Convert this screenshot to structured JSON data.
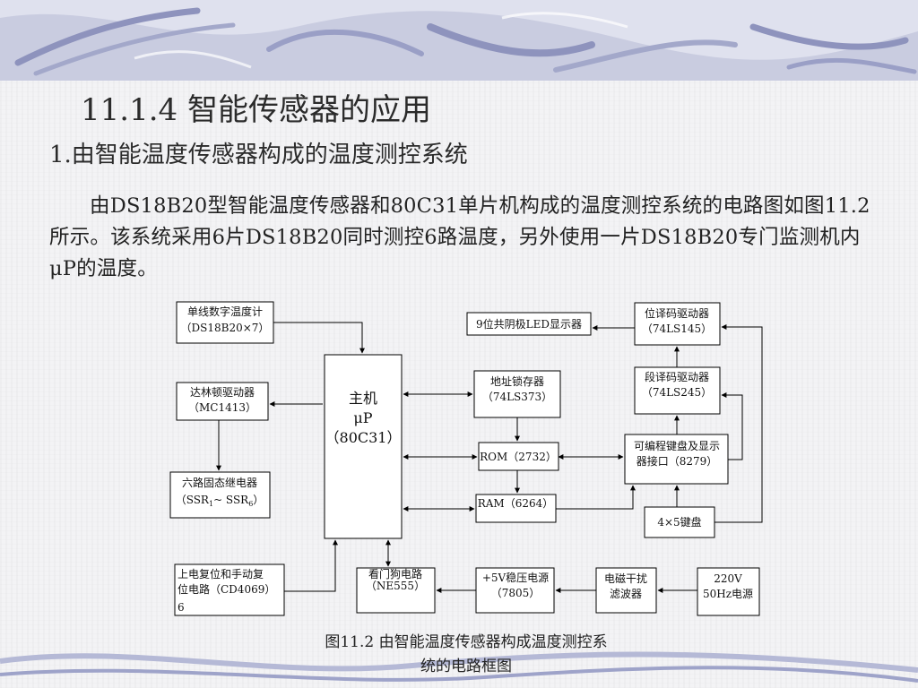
{
  "title": "11.1.4  智能传感器的应用",
  "subtitle": "1.由智能温度传感器构成的温度测控系统",
  "paragraph": "由DS18B20型智能温度传感器和80C31单片机构成的温度测控系统的电路图如图11.2所示。该系统采用6片DS18B20同时测控6路温度，另外使用一片DS18B20专门监测机内μP的温度。",
  "diagram": {
    "thermometer": [
      "单线数字温度计",
      "（DS18B20×7）"
    ],
    "darlington": [
      "达林顿驱动器",
      "（MC1413）"
    ],
    "ssr": [
      "六路固态继电器",
      "（SSR",
      "1",
      "~ SSR",
      "6",
      "）"
    ],
    "reset": [
      "上电复位和手动复",
      "位电路（CD4069）",
      "6"
    ],
    "cpu": [
      "主机",
      "μP",
      "（80C31）"
    ],
    "led": "9位共阴极LED显示器",
    "latch": [
      "地址锁存器",
      "（74LS373）"
    ],
    "rom": "ROM（2732）",
    "ram": "RAM（6264）",
    "watchdog": [
      "看门狗电路",
      "（NE555）"
    ],
    "psu": [
      "+5V稳压电源",
      "（7805）"
    ],
    "emi": [
      "电磁干扰",
      "滤波器"
    ],
    "mains": [
      "220V",
      "50Hz电源"
    ],
    "digit_driver": [
      "位译码驱动器",
      "（74LS145）"
    ],
    "seg_driver": [
      "段译码驱动器",
      "（74LS245）"
    ],
    "kbd_if": [
      "可编程键盘及显示",
      "器接口（8279）"
    ],
    "keypad": "4×5键盘"
  },
  "caption": [
    "图11.2 由智能温度传感器构成温度测控系",
    "统的电路框图"
  ],
  "colors": {
    "band": "#b9bdd6",
    "band_dark": "#8e93bd",
    "background": "#f3f3f5"
  }
}
